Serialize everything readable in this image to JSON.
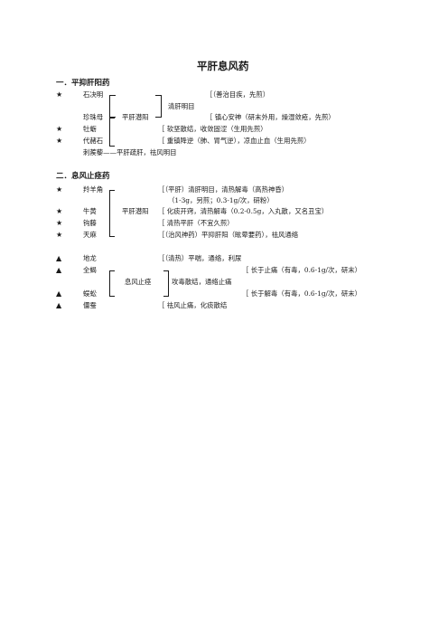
{
  "title": "平肝息风药",
  "sections": [
    {
      "heading": "一．平抑肝阳药",
      "star": "★",
      "items": {
        "shijueming": "石决明",
        "zhenzhumu": "珍珠母",
        "muli": "牡蛎",
        "daizheshi": "代赭石",
        "cijili": "刺蒺藜——平肝疏肝，祛风明目"
      },
      "notes": {
        "shijueming": "［（善治目疾，先煎）",
        "qinggan": "清肝明目",
        "pinggan": "平肝潜阳",
        "zhenzhumu": "［ 镇心安神（研末外用，燥湿敛疮，先煎）",
        "muli": "［ 软坚散结，收敛固涩（生用先煎）",
        "daizheshi": "［ 重镇降逆（肺、胃气逆），凉血止血（生用先煎）"
      }
    },
    {
      "heading": "二．息风止痉药",
      "star": "★",
      "tri": "▲",
      "items": {
        "lingyangjiao": "羚羊角",
        "niuhuang": "牛黄",
        "gouteng": "钩藤",
        "tianma": "天麻",
        "dilong": "地龙",
        "quanxie": "全蝎",
        "wugong": "蜈蚣",
        "jiangcan": "僵蚕"
      },
      "notes": {
        "lingyangjiao": "［（平肝）清肝明目，清热解毒（高热神昏）",
        "lingyangjiao_dose": "（1-3g，另煎；0.3-1g/次，研粉）",
        "pinggan": "平肝潜阳",
        "niuhuang": "［ 化痰开窍，清热解毒（0.2-0.5g，入丸散，又名丑宝）",
        "gouteng": "［ 清热平肝（不宜久煎）",
        "tianma": "［（治风神药）平抑肝阳（眩晕要药），祛风通络",
        "dilong": "［（清热）平喘，通络，利尿",
        "quanxie": "［ 长于止痛（有毒，0.6-1g/次，研末）",
        "xifeng": "息风止痉",
        "gongdu": "攻毒散结，通络止痛",
        "wugong": "［ 长于解毒（有毒，0.6-1g/次，研末）",
        "jiangcan": "［ 祛风止痛，化痰散结"
      }
    }
  ]
}
